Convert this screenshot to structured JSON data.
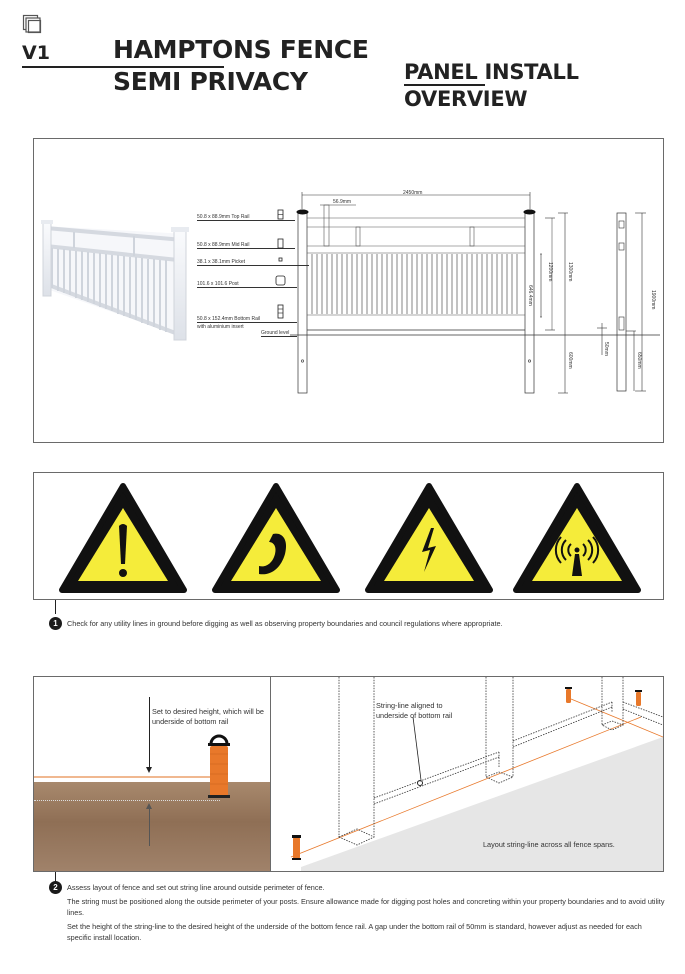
{
  "header": {
    "logo_icon": "stacked-squares-logo-icon",
    "version": "V1",
    "title_line1": "HAMPTONS FENCE",
    "title_line2": "SEMI PRIVACY",
    "subtitle_line1": "PANEL INSTALL",
    "subtitle_line2": "OVERVIEW"
  },
  "diagram": {
    "components": [
      {
        "label": "50.8 x 88.9mm Top Rail"
      },
      {
        "label": "50.8 x 88.9mm Mid Rail"
      },
      {
        "label": "38.1 x 38.1mm Picket"
      },
      {
        "label": "101.6 x 101.6 Post"
      },
      {
        "label": "50.8 x 152.4mm Bottom Rail"
      },
      {
        "label": "with aluminium insert"
      }
    ],
    "ground_level": "Ground level",
    "dimensions": {
      "width": "2450mm",
      "picket_gap": "56.9mm",
      "picket_height": "646.4mm",
      "panel_height": "1200mm",
      "above_ground": "1300mm",
      "below_ground": "600mm",
      "post_total": "1900mm",
      "gap": "50mm",
      "post_below": "650mm"
    }
  },
  "warnings": {
    "signs": [
      {
        "icon": "exclamation-warning-icon"
      },
      {
        "icon": "telephone-warning-icon"
      },
      {
        "icon": "electrical-hazard-icon"
      },
      {
        "icon": "radio-signal-warning-icon"
      }
    ],
    "step": {
      "number": "1",
      "text": "Check for any utility lines in ground before digging as well as observing property boundaries and council regulations where appropriate."
    }
  },
  "stringline": {
    "left_caption": "Set to desired height, which will be underside of bottom rail",
    "right_caption": "String-line aligned to underside of bottom rail",
    "bottom_caption": "Layout string-line across all fence spans.",
    "step": {
      "number": "2",
      "heading": "Assess layout of fence and set out string line around outside perimeter of fence.",
      "para1": "The string must be positioned along the outside perimeter of your posts. Ensure allowance made for digging post holes and concreting within your property boundaries and to avoid utility lines.",
      "para2": "Set the height of the string-line to the desired height of the underside of the bottom fence rail. A gap under the bottom rail of 50mm is standard, however adjust as needed for each specific install location."
    }
  },
  "colors": {
    "warning_yellow": "#f5ec3a",
    "string_orange": "#e8782a",
    "soil_brown": "#9a7a5e",
    "frame_gray": "#6a6a6a"
  }
}
